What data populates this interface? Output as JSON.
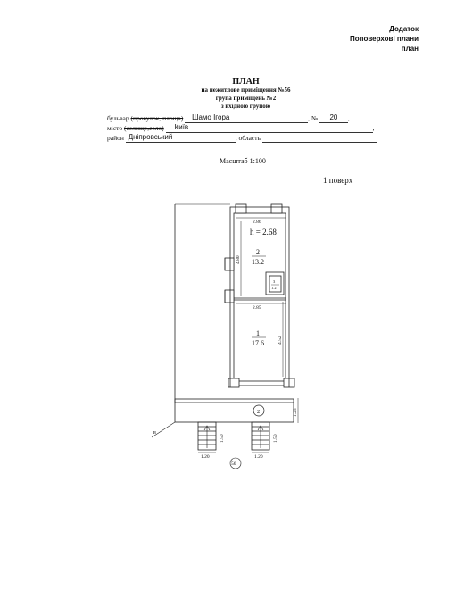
{
  "header": {
    "line1": "Додаток",
    "line2": "Поповерхові плани",
    "line3": "план"
  },
  "title": {
    "main": "ПЛАН",
    "sub1": "на нежитлове приміщення №56",
    "sub2": "група приміщень №2",
    "sub3": "з  вхідною групою"
  },
  "address": {
    "street_prefix": "бульвар",
    "street_struck": "(провулок, площа)",
    "street_value": "Шамо Ігора",
    "number_label": ", №",
    "number_value": "20",
    "city_prefix": "місто",
    "city_struck": "(селище,село)",
    "city_value": "Київ",
    "district_label": "район",
    "district_value": "Дніпровський",
    "region_label": ", область"
  },
  "scale": "Масштаб 1:100",
  "floor": "1 поверх",
  "plan": {
    "dim_top_width": "2.86",
    "height_label": "h = 2.68",
    "room2_number": "2",
    "room2_area": "13.2",
    "room2_length": "4.80",
    "closet_number": "3",
    "closet_area": "1.2",
    "dim_mid_width": "2.85",
    "room1_number": "1",
    "room1_area": "17.6",
    "room1_length": "4.52",
    "porch_marker": "2",
    "porch_depth": "1.25",
    "stair_left_length": "1.50",
    "stair_left_width": "1.20",
    "stair_right_length": "1.50",
    "stair_right_width": "1.20",
    "axis_label": "в",
    "unit_number": "56"
  }
}
